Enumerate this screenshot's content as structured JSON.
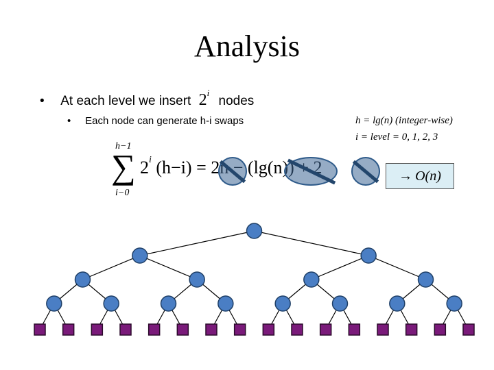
{
  "slide": {
    "title": "Analysis",
    "bullet1": {
      "marker": "•",
      "text": "At each level we insert",
      "power_base": "2",
      "power_exp": "i",
      "text_after": "nodes"
    },
    "bullet2": {
      "marker": "•",
      "text": "Each node can generate h-i swaps"
    },
    "notes": {
      "line1": "h = lg(n)  (integer-wise)",
      "line2": "i = level = 0, 1, 2, 3"
    },
    "formula": {
      "sum_upper": "h−1",
      "sum_lower": "i−0",
      "sigma": "∑",
      "term_base": "2",
      "term_exp": "i",
      "term_rest": "(h−i) = 2n − (lg(n)) + 2"
    },
    "result": {
      "arrow": "→",
      "text": "O(n)"
    }
  },
  "colors": {
    "node_fill": "#4a7ec4",
    "node_stroke": "#1f3f66",
    "leaf_fill": "#7a1a7a",
    "leaf_stroke": "#2a0a2a",
    "edge": "#000000"
  },
  "tree": {
    "levels": 4,
    "leaf_count": 16,
    "node_shape": "circle",
    "leaf_shape": "square"
  }
}
